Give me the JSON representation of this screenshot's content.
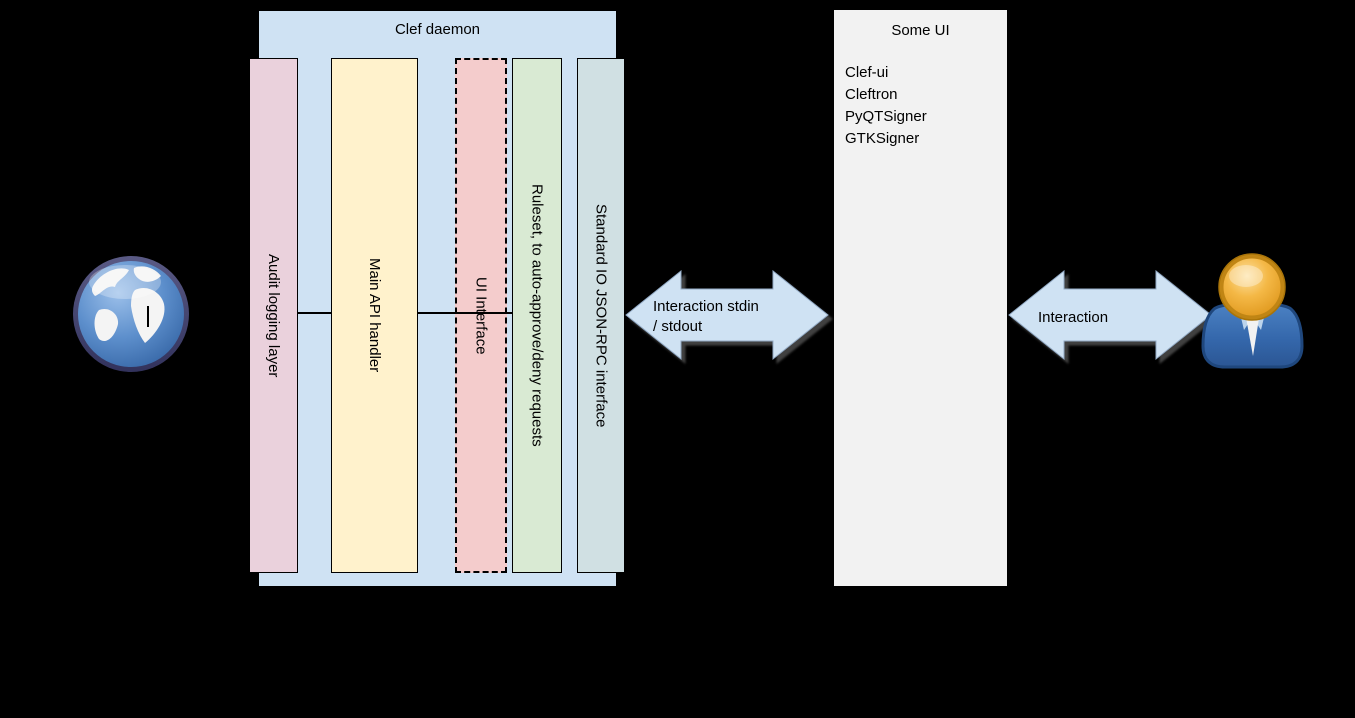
{
  "daemon": {
    "title": "Clef daemon",
    "fill": "#cfe2f3",
    "layers": [
      {
        "label": "Audit logging layer",
        "fill": "#ead1dc"
      },
      {
        "label": "Main API handler",
        "fill": "#fff2cc"
      },
      {
        "label": "UI Interface",
        "fill": "#f4cccc"
      },
      {
        "label": "Ruleset, to auto-approve/deny requests",
        "fill": "#d9ead3"
      },
      {
        "label": "Standard IO JSON-RPC interface",
        "fill": "#d0e0e3"
      }
    ]
  },
  "ui_box": {
    "title": "Some UI",
    "fill": "#f2f2f2",
    "items": [
      "Clef-ui",
      "Cleftron",
      "PyQTSigner",
      "GTKSigner"
    ]
  },
  "arrows": {
    "fill": "#cfe2f3",
    "stdin_stdout_label": "Interaction stdin\n/ stdout",
    "interaction_label": "Interaction"
  },
  "icons": {
    "left": "globe-icon",
    "right": "user-icon"
  }
}
